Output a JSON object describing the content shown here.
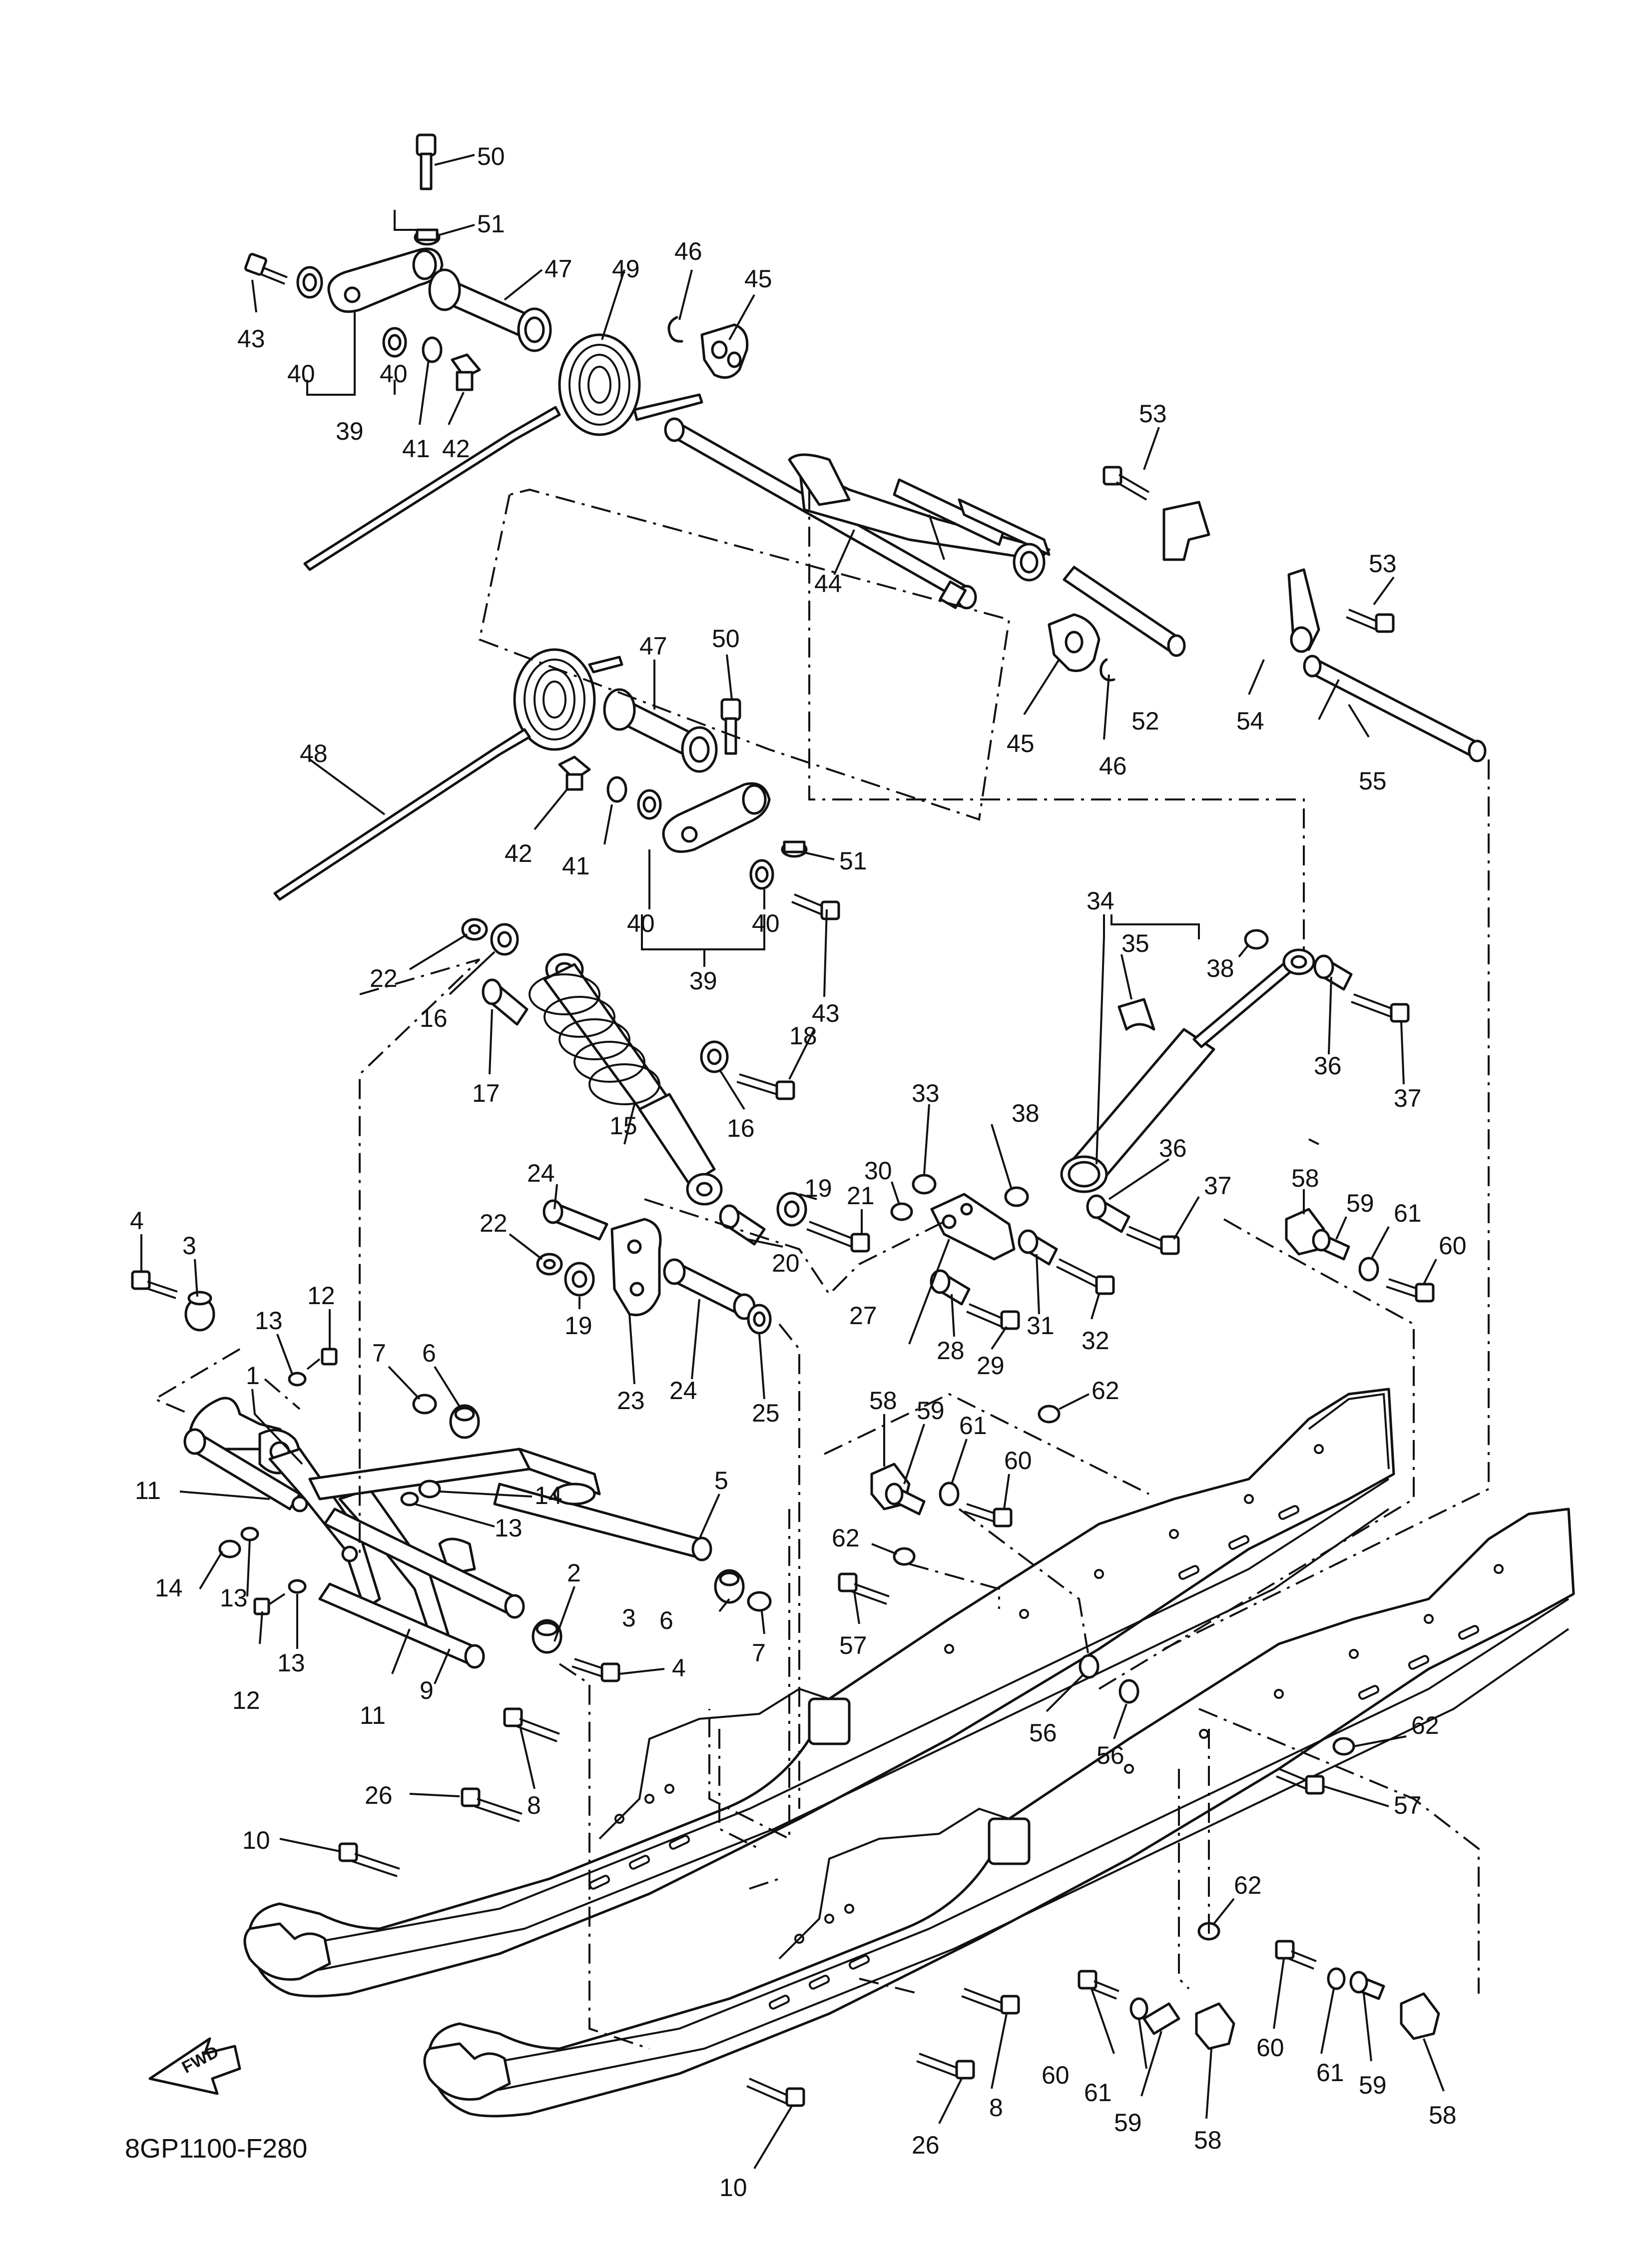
{
  "diagram_code": "8GP1100-F280",
  "fwd_label": "FWD",
  "callouts": {
    "c1": "1",
    "c2": "2",
    "c3a": "3",
    "c3b": "3",
    "c4a": "4",
    "c4b": "4",
    "c5": "5",
    "c6a": "6",
    "c6b": "6",
    "c7a": "7",
    "c7b": "7",
    "c8a": "8",
    "c8b": "8",
    "c9": "9",
    "c10a": "10",
    "c10b": "10",
    "c11a": "11",
    "c11b": "11",
    "c12a": "12",
    "c12b": "12",
    "c13a": "13",
    "c13b": "13",
    "c13c": "13",
    "c13d": "13",
    "c14a": "14",
    "c14b": "14",
    "c15": "15",
    "c16a": "16",
    "c16b": "16",
    "c17": "17",
    "c18": "18",
    "c19a": "19",
    "c19b": "19",
    "c20": "20",
    "c21": "21",
    "c22a": "22",
    "c22b": "22",
    "c23": "23",
    "c24a": "24",
    "c24b": "24",
    "c25": "25",
    "c26a": "26",
    "c26b": "26",
    "c27": "27",
    "c28": "28",
    "c29": "29",
    "c30": "30",
    "c31": "31",
    "c32": "32",
    "c33": "33",
    "c34": "34",
    "c35": "35",
    "c36a": "36",
    "c36b": "36",
    "c37a": "37",
    "c37b": "37",
    "c38a": "38",
    "c38b": "38",
    "c39a": "39",
    "c39b": "39",
    "c40a": "40",
    "c40b": "40",
    "c40c": "40",
    "c40d": "40",
    "c41a": "41",
    "c41b": "41",
    "c42a": "42",
    "c42b": "42",
    "c43a": "43",
    "c43b": "43",
    "c44": "44",
    "c45a": "45",
    "c45b": "45",
    "c46a": "46",
    "c46b": "46",
    "c47a": "47",
    "c47b": "47",
    "c48": "48",
    "c49": "49",
    "c50a": "50",
    "c50b": "50",
    "c51a": "51",
    "c51b": "51",
    "c52": "52",
    "c53a": "53",
    "c53b": "53",
    "c54": "54",
    "c55": "55",
    "c56a": "56",
    "c56b": "56",
    "c57a": "57",
    "c57b": "57",
    "c58a": "58",
    "c58b": "58",
    "c58c": "58",
    "c58d": "58",
    "c59a": "59",
    "c59b": "59",
    "c59c": "59",
    "c59d": "59",
    "c60a": "60",
    "c60b": "60",
    "c60c": "60",
    "c60d": "60",
    "c61a": "61",
    "c61b": "61",
    "c61c": "61",
    "c61d": "61",
    "c62a": "62",
    "c62b": "62",
    "c62c": "62",
    "c62d": "62"
  }
}
